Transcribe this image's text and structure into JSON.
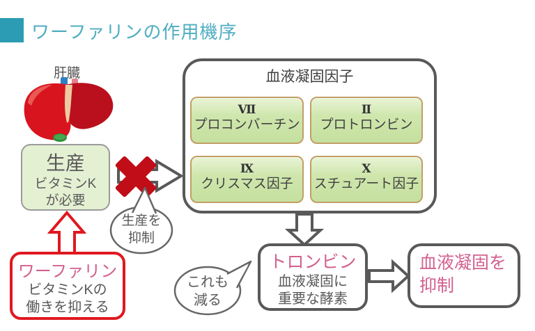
{
  "title": "ワーファリンの作用機序",
  "liver": {
    "label": "肝臓"
  },
  "production_box": {
    "title": "生産",
    "line1": "ビタミンK",
    "line2": "が必要"
  },
  "inhibit_bubble": {
    "line1": "生産を",
    "line2": "抑制"
  },
  "warfarin_box": {
    "title": "ワーファリン",
    "line1": "ビタミンKの",
    "line2": "働きを抑える"
  },
  "coagulation_box": {
    "title": "血液凝固因子",
    "factors": [
      {
        "numeral": "Ⅶ",
        "name": "プロコンバーチン"
      },
      {
        "numeral": "Ⅱ",
        "name": "プロトロンビン"
      },
      {
        "numeral": "Ⅸ",
        "name": "クリスマス因子"
      },
      {
        "numeral": "Ⅹ",
        "name": "スチュアート因子"
      }
    ]
  },
  "thrombin_box": {
    "title": "トロンビン",
    "line1": "血液凝固に",
    "line2": "重要な酵素"
  },
  "decrease_bubble": {
    "line1": "これも",
    "line2": "減る"
  },
  "result_box": {
    "line1": "血液凝固を",
    "line2": "抑制"
  },
  "icons": {
    "blocked_cross": "✖",
    "liver": "liver-illustration"
  },
  "colors": {
    "accent_teal": "#2b9cb3",
    "title_teal": "#4fadc0",
    "red": "#e0181f",
    "dark_red_cross": "#c00d17",
    "pink_text": "#d2608f",
    "factor_green": "#cfe6ad",
    "factor_border": "#c29e66",
    "production_green": "#e4f0d2",
    "outline_gray": "#595959"
  }
}
